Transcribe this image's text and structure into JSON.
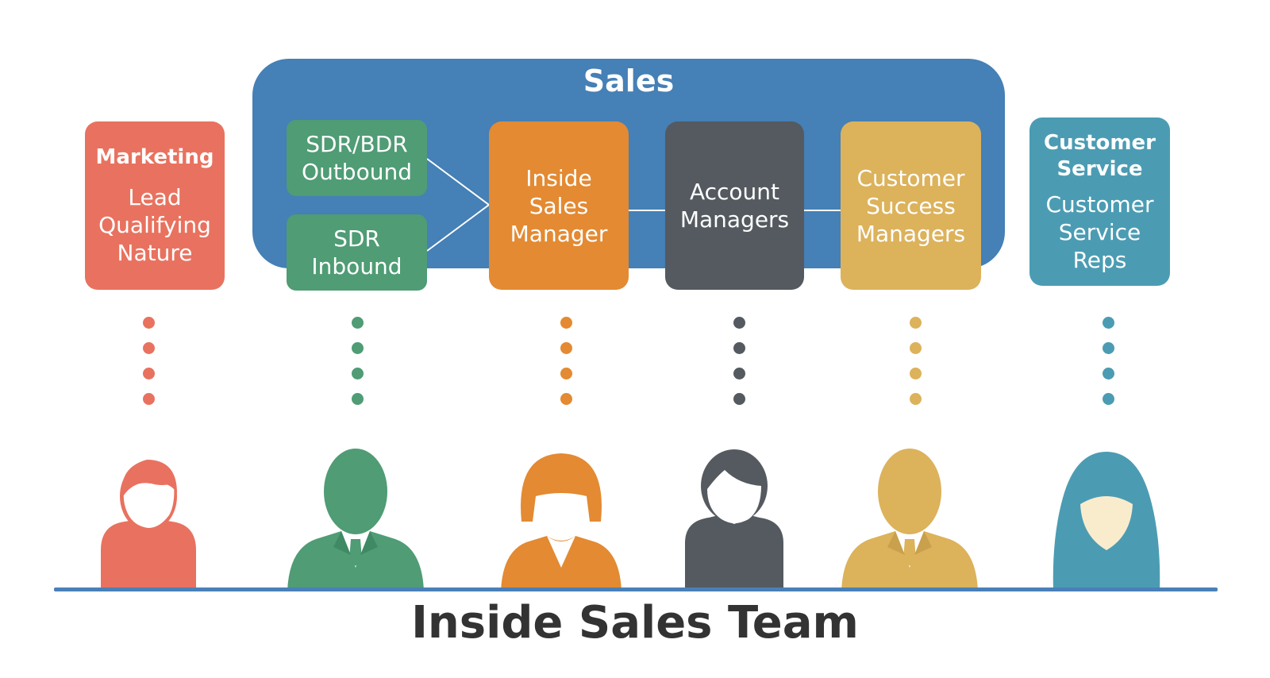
{
  "diagram": {
    "group": {
      "title": "Sales"
    },
    "boxes": {
      "marketing": {
        "title": "Marketing",
        "body": [
          "Lead",
          "Qualifying",
          "Nature"
        ],
        "color": "#e8725f"
      },
      "sdr_outbound": {
        "lines": [
          "SDR/BDR",
          "Outbound"
        ],
        "color": "#4f9c75"
      },
      "sdr_inbound": {
        "lines": [
          "SDR",
          "Inbound"
        ],
        "color": "#4f9c75"
      },
      "inside_sales_manager": {
        "lines": [
          "Inside",
          "Sales",
          "Manager"
        ],
        "color": "#e38a32"
      },
      "account_managers": {
        "lines": [
          "Account",
          "Managers"
        ],
        "color": "#545a5f"
      },
      "customer_success": {
        "lines": [
          "Customer",
          "Success",
          "Managers"
        ],
        "color": "#dcb25b"
      },
      "customer_service": {
        "title": [
          "Customer",
          "Service"
        ],
        "body": [
          "Customer",
          "Service",
          "Reps"
        ],
        "color": "#4b9cb3"
      }
    },
    "footer_title": "Inside Sales Team",
    "colors": {
      "sales_group": "#4580b6",
      "baseline": "#4a80b8",
      "title_text": "#333333",
      "skin": "#f9eccd"
    },
    "people": [
      {
        "icon": "woman-short-hair-icon",
        "color": "#e8725f"
      },
      {
        "icon": "man-with-tie-icon",
        "color": "#4f9c75"
      },
      {
        "icon": "woman-bob-hair-icon",
        "color": "#e38a32"
      },
      {
        "icon": "woman-dark-hair-icon",
        "color": "#545a5f"
      },
      {
        "icon": "man-with-tie-icon",
        "color": "#dcb25b"
      },
      {
        "icon": "woman-long-hair-icon",
        "color": "#4b9cb3"
      }
    ]
  }
}
